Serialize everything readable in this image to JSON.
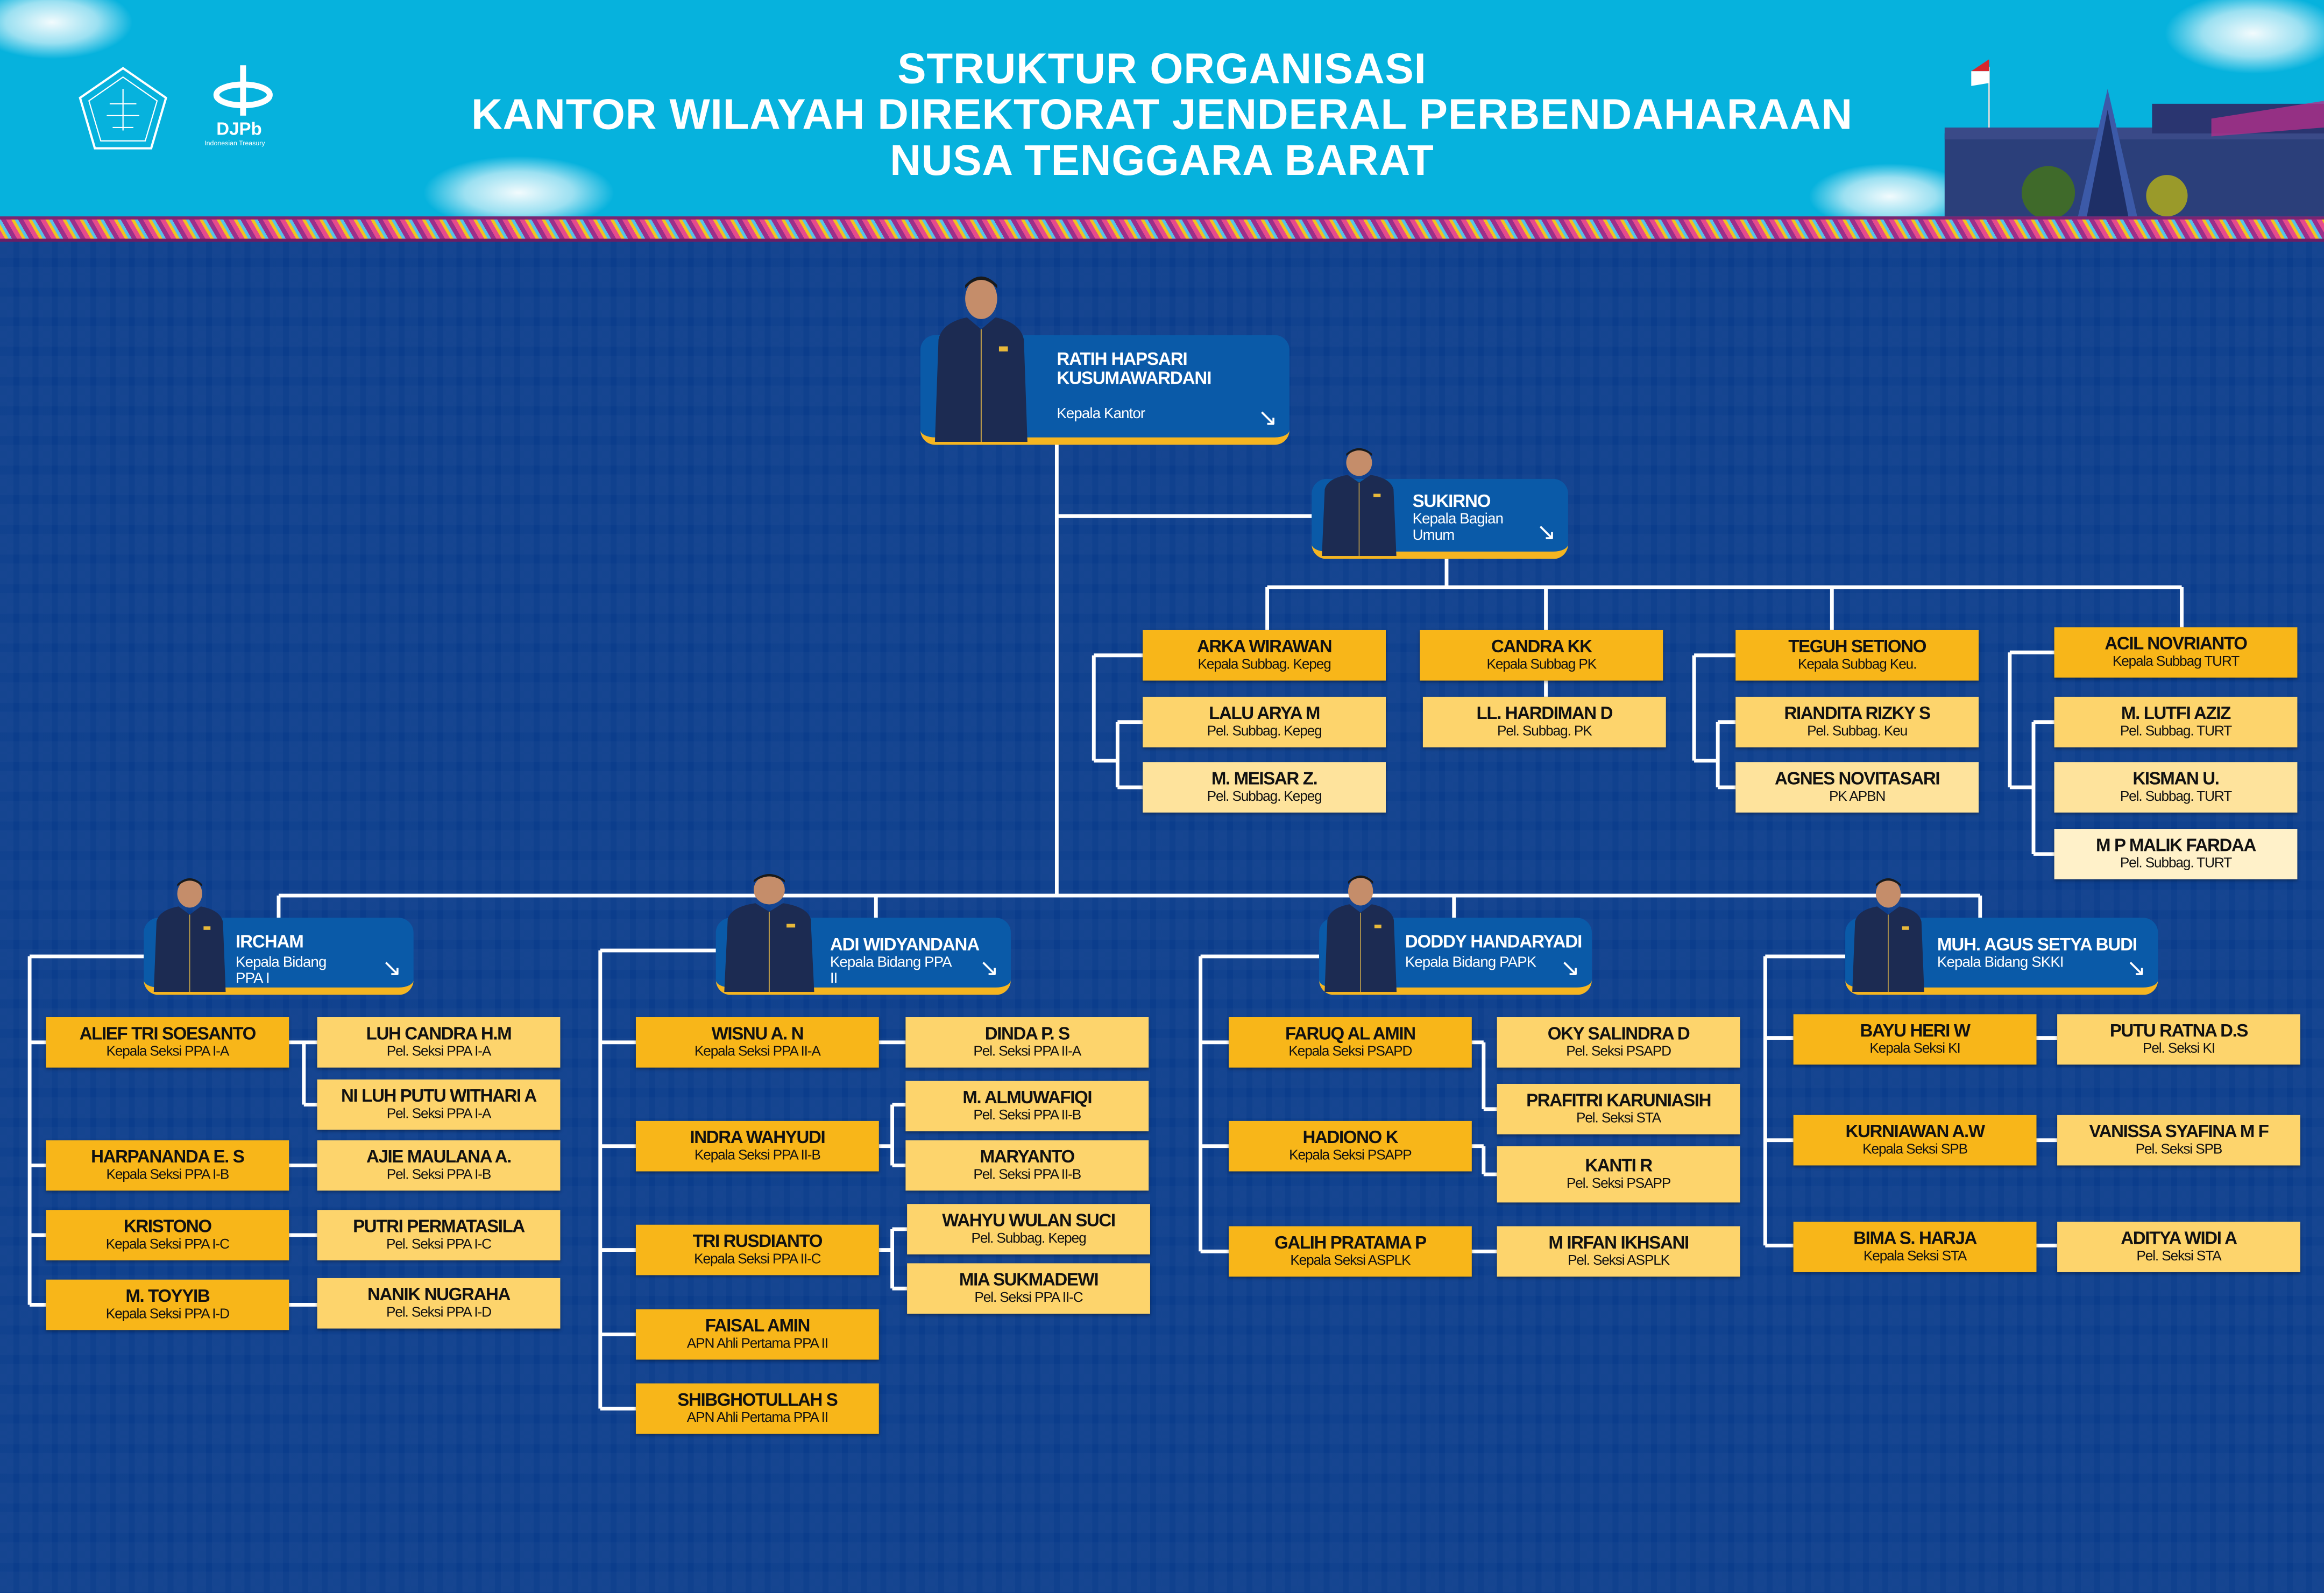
{
  "header": {
    "title_line1": "STRUKTUR ORGANISASI",
    "title_line2": "KANTOR WILAYAH DIREKTORAT JENDERAL PERBENDAHARAAN",
    "title_line3": "NUSA TENGGARA BARAT",
    "logo_text": "DJPb",
    "logo_subtext": "Indonesian Treasury"
  },
  "colors": {
    "header_bg": "#06b2dd",
    "body_bg": "#0b3d8c",
    "leader_card": "#0a5aa8",
    "accent": "#f5b521"
  },
  "leaders": [
    {
      "name": "RATIH HAPSARI KUSUMAWARDANI",
      "title": "Kepala Kantor"
    },
    {
      "name": "SUKIRNO",
      "title": "Kepala Bagian Umum"
    },
    {
      "name": "IRCHAM",
      "title": "Kepala Bidang PPA I"
    },
    {
      "name": "ADI WIDYANDANA",
      "title": "Kepala Bidang PPA II"
    },
    {
      "name": "DODDY HANDARYADI",
      "title": "Kepala Bidang PAPK"
    },
    {
      "name": "MUH. AGUS SETYA BUDI",
      "title": "Kepala Bidang SKKI"
    }
  ],
  "staff": [
    {
      "name": "ARKA WIRAWAN",
      "title": "Kepala Subbag. Kepeg"
    },
    {
      "name": "LALU ARYA M",
      "title": "Pel. Subbag. Kepeg"
    },
    {
      "name": "M. MEISAR Z.",
      "title": "Pel. Subbag. Kepeg"
    },
    {
      "name": "CANDRA KK",
      "title": "Kepala Subbag PK"
    },
    {
      "name": "LL. HARDIMAN D",
      "title": "Pel. Subbag. PK"
    },
    {
      "name": "TEGUH SETIONO",
      "title": "Kepala Subbag Keu."
    },
    {
      "name": "RIANDITA RIZKY S",
      "title": "Pel. Subbag. Keu"
    },
    {
      "name": "AGNES NOVITASARI",
      "title": "PK APBN"
    },
    {
      "name": "ACIL NOVRIANTO",
      "title": "Kepala Subbag TURT"
    },
    {
      "name": "M. LUTFI AZIZ",
      "title": "Pel. Subbag. TURT"
    },
    {
      "name": "KISMAN U.",
      "title": "Pel. Subbag. TURT"
    },
    {
      "name": "M P MALIK FARDAA",
      "title": "Pel. Subbag. TURT"
    },
    {
      "name": "ALIEF TRI SOESANTO",
      "title": "Kepala Seksi PPA I-A"
    },
    {
      "name": "LUH CANDRA H.M",
      "title": "Pel. Seksi PPA I-A"
    },
    {
      "name": "NI LUH PUTU WITHARI A",
      "title": "Pel. Seksi PPA I-A"
    },
    {
      "name": "HARPANANDA E. S",
      "title": "Kepala Seksi PPA I-B"
    },
    {
      "name": "AJIE MAULANA A.",
      "title": "Pel. Seksi PPA I-B"
    },
    {
      "name": "KRISTONO",
      "title": "Kepala Seksi PPA I-C"
    },
    {
      "name": "PUTRI PERMATASILA",
      "title": "Pel. Seksi PPA I-C"
    },
    {
      "name": "M. TOYYIB",
      "title": "Kepala Seksi PPA I-D"
    },
    {
      "name": "NANIK NUGRAHA",
      "title": "Pel. Seksi PPA I-D"
    },
    {
      "name": "WISNU A. N",
      "title": "Kepala Seksi PPA II-A"
    },
    {
      "name": "DINDA P. S",
      "title": "Pel. Seksi PPA II-A"
    },
    {
      "name": "M. ALMUWAFIQI",
      "title": "Pel. Seksi PPA II-B"
    },
    {
      "name": "INDRA WAHYUDI",
      "title": "Kepala Seksi PPA II-B"
    },
    {
      "name": "MARYANTO",
      "title": "Pel. Seksi PPA II-B"
    },
    {
      "name": "WAHYU WULAN SUCI",
      "title": "Pel. Subbag. Kepeg"
    },
    {
      "name": "TRI RUSDIANTO",
      "title": "Kepala Seksi PPA II-C"
    },
    {
      "name": "MIA SUKMADEWI",
      "title": "Pel. Seksi PPA II-C"
    },
    {
      "name": "FAISAL AMIN",
      "title": "APN Ahli Pertama PPA II"
    },
    {
      "name": "SHIBGHOTULLAH S",
      "title": "APN Ahli Pertama PPA II"
    },
    {
      "name": "FARUQ AL AMIN",
      "title": "Kepala Seksi PSAPD"
    },
    {
      "name": "OKY SALINDRA D",
      "title": "Pel. Seksi PSAPD"
    },
    {
      "name": "PRAFITRI KARUNIASIH",
      "title": "Pel. Seksi STA"
    },
    {
      "name": "HADIONO K",
      "title": "Kepala Seksi PSAPP"
    },
    {
      "name": "KANTI R",
      "title": "Pel. Seksi PSAPP"
    },
    {
      "name": "GALIH PRATAMA P",
      "title": "Kepala Seksi ASPLK"
    },
    {
      "name": "M IRFAN IKHSANI",
      "title": "Pel. Seksi ASPLK"
    },
    {
      "name": "BAYU HERI W",
      "title": "Kepala Seksi KI"
    },
    {
      "name": "PUTU RATNA D.S",
      "title": "Pel. Seksi KI"
    },
    {
      "name": "KURNIAWAN A.W",
      "title": "Kepala Seksi SPB"
    },
    {
      "name": "VANISSA SYAFINA M F",
      "title": "Pel. Seksi SPB"
    },
    {
      "name": "BIMA S. HARJA",
      "title": "Kepala Seksi STA"
    },
    {
      "name": "ADITYA WIDI A",
      "title": "Pel. Seksi STA"
    }
  ]
}
